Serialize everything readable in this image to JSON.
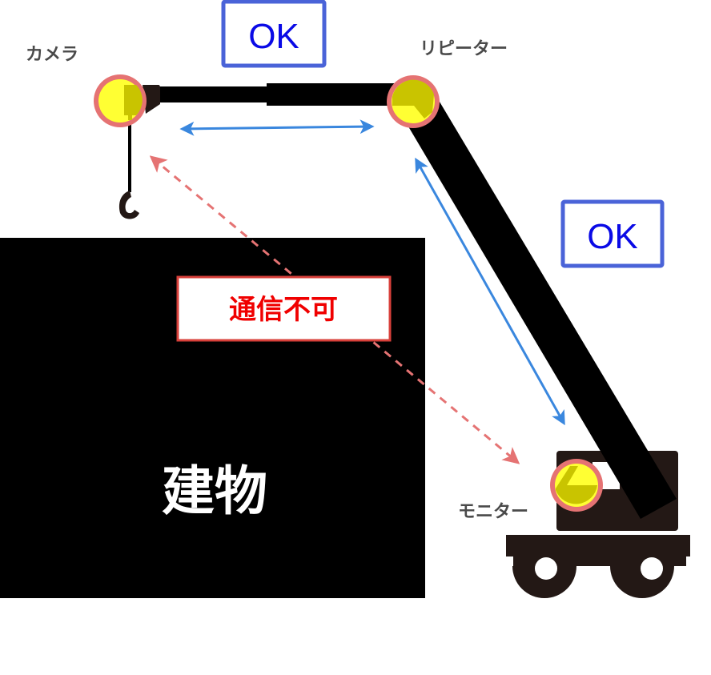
{
  "nodes": {
    "camera": {
      "label": "カメラ"
    },
    "repeater": {
      "label": "リピーター"
    },
    "monitor": {
      "label": "モニター"
    }
  },
  "links": [
    {
      "from": "camera",
      "to": "repeater",
      "status": "OK",
      "style": "solid"
    },
    {
      "from": "repeater",
      "to": "monitor",
      "status": "OK",
      "style": "solid"
    },
    {
      "from": "camera",
      "to": "monitor",
      "status": "通信不可",
      "style": "dashed"
    }
  ],
  "labels": {
    "ok_top": "OK",
    "ok_right": "OK",
    "no_comm": "通信不可",
    "building": "建物"
  },
  "colors": {
    "ok_link": "#3a87de",
    "ng_link": "#e57373",
    "ok_box": "#4a63d8",
    "ok_text": "#0a0ae6",
    "ng_box": "#d8403a",
    "ng_text": "#f00000",
    "node_fill": "#ffff33",
    "node_shade": "#c9c400",
    "node_ring": "#e57373",
    "building": "#000000",
    "crane": "#231815"
  }
}
